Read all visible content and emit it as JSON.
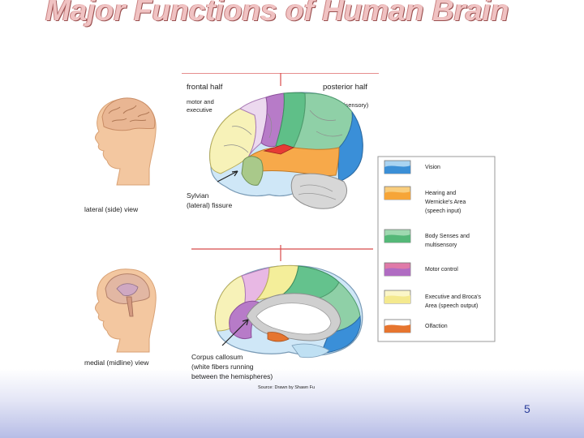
{
  "slide": {
    "title": "Major Functions of Human Brain",
    "page_number": "5"
  },
  "figure": {
    "top": {
      "view_label": "lateral (side) view",
      "frontal_half": "frontal half",
      "posterior_half": "posterior half",
      "motor_line1": "motor and",
      "motor_line2": "executive",
      "sensory": "(sensory)",
      "fissure_line1": "Sylvian",
      "fissure_line2": "(lateral) fissure"
    },
    "bottom": {
      "view_label": "medial (midline) view",
      "callosum_line1": "Corpus callosum",
      "callosum_line2": "(white fibers running",
      "callosum_line3": "between the hemispheres)"
    },
    "credit": "Source: Drawn by Shawn Fu",
    "legend": [
      {
        "lines": [
          "Vision"
        ],
        "color": "#3b8fd6",
        "accent": "#a9d3f1"
      },
      {
        "lines": [
          "Hearing and",
          "Wernicke's Area",
          "(speech input)"
        ],
        "color": "#f6a538",
        "accent": "#f9cd7d"
      },
      {
        "lines": [
          "Body Senses and",
          "multisensory"
        ],
        "color": "#55b878",
        "accent": "#9fd9b0"
      },
      {
        "lines": [
          "Motor control"
        ],
        "color": "#b06cc2",
        "accent": "#e07aa8"
      },
      {
        "lines": [
          "Executive and Broca's",
          "Area (speech output)"
        ],
        "color": "#f4e98e",
        "accent": "#fbf6c8"
      },
      {
        "lines": [
          "Olfaction"
        ],
        "color": "#e6752f",
        "accent": "#ffffff"
      }
    ]
  }
}
